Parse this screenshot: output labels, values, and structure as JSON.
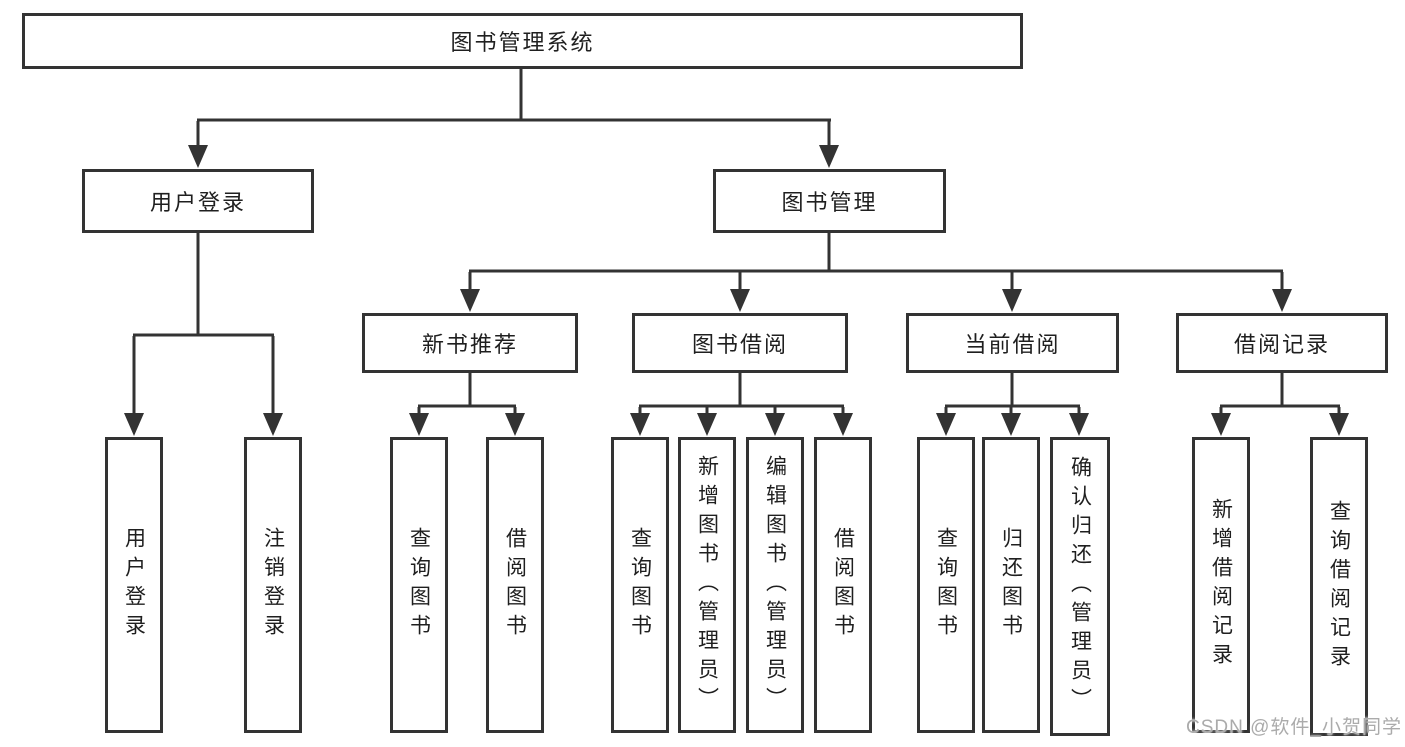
{
  "tree": {
    "root": {
      "label": "图书管理系统"
    },
    "branches": [
      {
        "label": "用户登录",
        "children": [
          {
            "label": "用户登录"
          },
          {
            "label": "注销登录"
          }
        ]
      },
      {
        "label": "图书管理",
        "sections": [
          {
            "label": "新书推荐",
            "children": [
              {
                "label": "查询图书"
              },
              {
                "label": "借阅图书"
              }
            ]
          },
          {
            "label": "图书借阅",
            "children": [
              {
                "label": "查询图书"
              },
              {
                "label": "新增图书（管理员）"
              },
              {
                "label": "编辑图书（管理员）"
              },
              {
                "label": "借阅图书"
              }
            ]
          },
          {
            "label": "当前借阅",
            "children": [
              {
                "label": "查询图书"
              },
              {
                "label": "归还图书"
              },
              {
                "label": "确认归还（管理员）"
              }
            ]
          },
          {
            "label": "借阅记录",
            "children": [
              {
                "label": "新增借阅记录"
              },
              {
                "label": "查询借阅记录"
              }
            ]
          }
        ]
      }
    ]
  },
  "watermark": {
    "text": "CSDN @软件_小贺同学"
  },
  "colors": {
    "line": "#333333",
    "text": "#1f1f1f",
    "watermark": "#ababab",
    "background": "#ffffff"
  }
}
